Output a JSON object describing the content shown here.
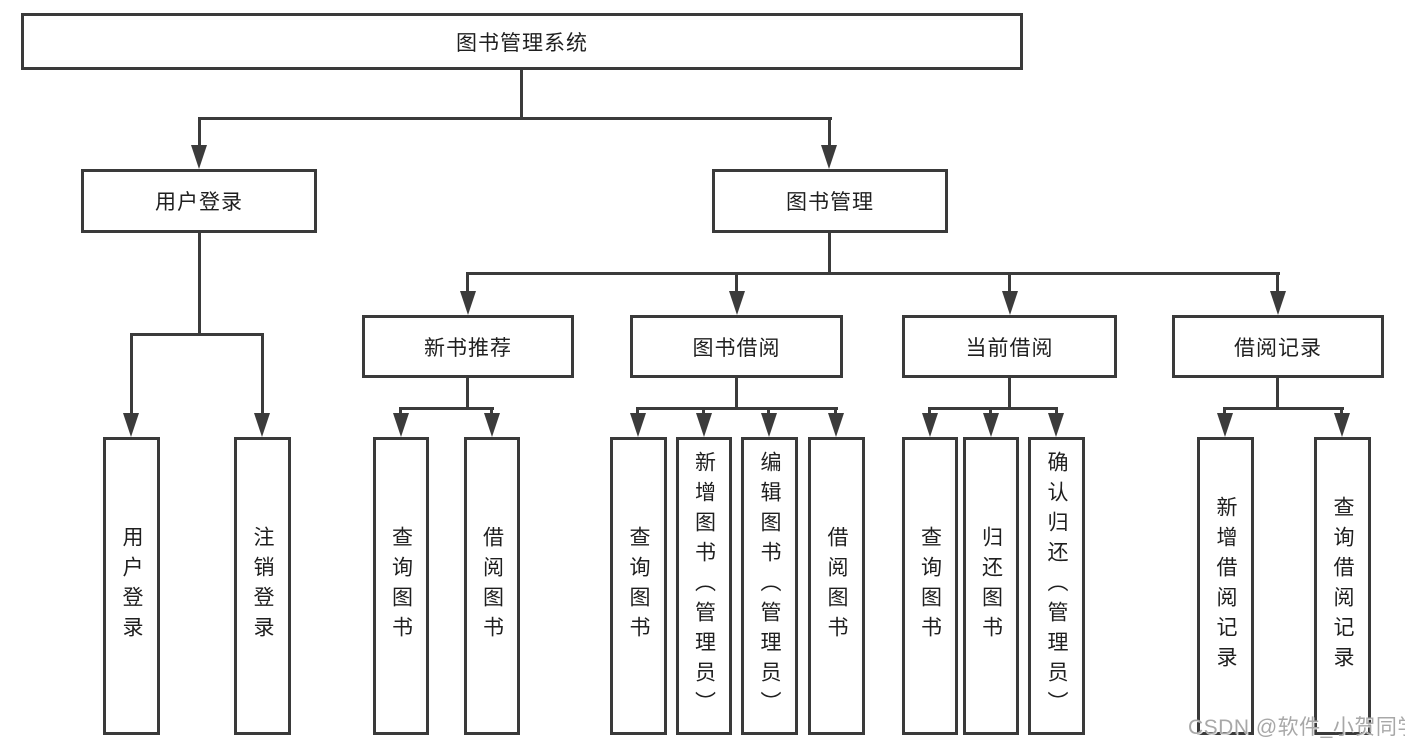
{
  "tree": {
    "label": "图书管理系统",
    "children": [
      {
        "label": "用户登录",
        "children": [
          {
            "label": "用户登录"
          },
          {
            "label": "注销登录"
          }
        ]
      },
      {
        "label": "图书管理",
        "children": [
          {
            "label": "新书推荐",
            "children": [
              {
                "label": "查询图书"
              },
              {
                "label": "借阅图书"
              }
            ]
          },
          {
            "label": "图书借阅",
            "children": [
              {
                "label": "查询图书"
              },
              {
                "label": "新增图书（管理员）"
              },
              {
                "label": "编辑图书（管理员）"
              },
              {
                "label": "借阅图书"
              }
            ]
          },
          {
            "label": "当前借阅",
            "children": [
              {
                "label": "查询图书"
              },
              {
                "label": "归还图书"
              },
              {
                "label": "确认归还（管理员）"
              }
            ]
          },
          {
            "label": "借阅记录",
            "children": [
              {
                "label": "新增借阅记录"
              },
              {
                "label": "查询借阅记录"
              }
            ]
          }
        ]
      }
    ]
  },
  "watermark": {
    "text": "CSDN @软件_小贺同学"
  },
  "colors": {
    "line": "#3b3b3b",
    "box_border": "#3a3a3a",
    "text": "#1f1f1f",
    "watermark_text": "#a8a8a8",
    "background": "#ffffff"
  }
}
